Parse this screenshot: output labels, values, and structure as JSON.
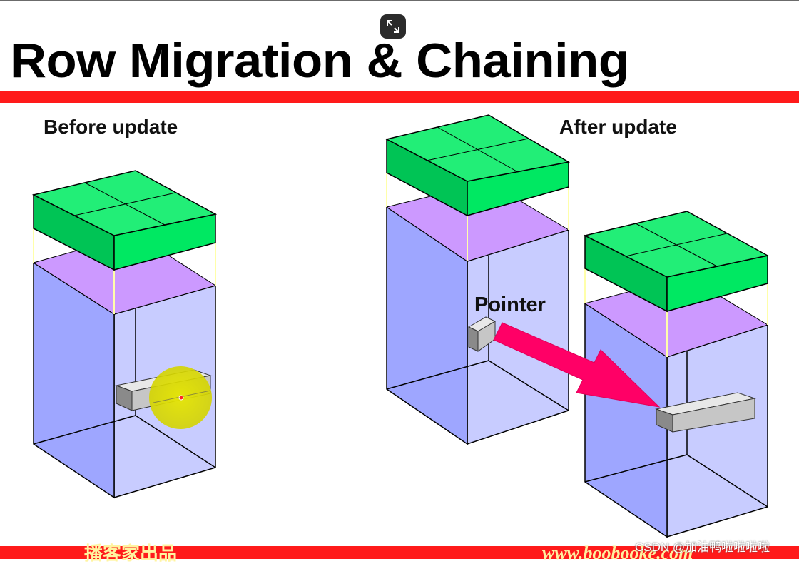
{
  "slide": {
    "title": "Row Migration & Chaining",
    "before_label": "Before update",
    "after_label": "After update",
    "pointer_label": "Pointer"
  },
  "footer": {
    "left_text": "播客家出品",
    "right_text": "www.boobooke.com",
    "credit": "CSDN @加油鸭啦啦啦啦"
  },
  "colors": {
    "title_bar": "#ff1a1a",
    "block_header": "#00e060",
    "free_space": "#cc99ff",
    "block_body": "#b0b8ff",
    "row_piece": "#c8c8c8",
    "pointer_arrow": "#ff0066",
    "highlight": "#dede00"
  },
  "icons": {
    "expand": "expand-icon"
  }
}
